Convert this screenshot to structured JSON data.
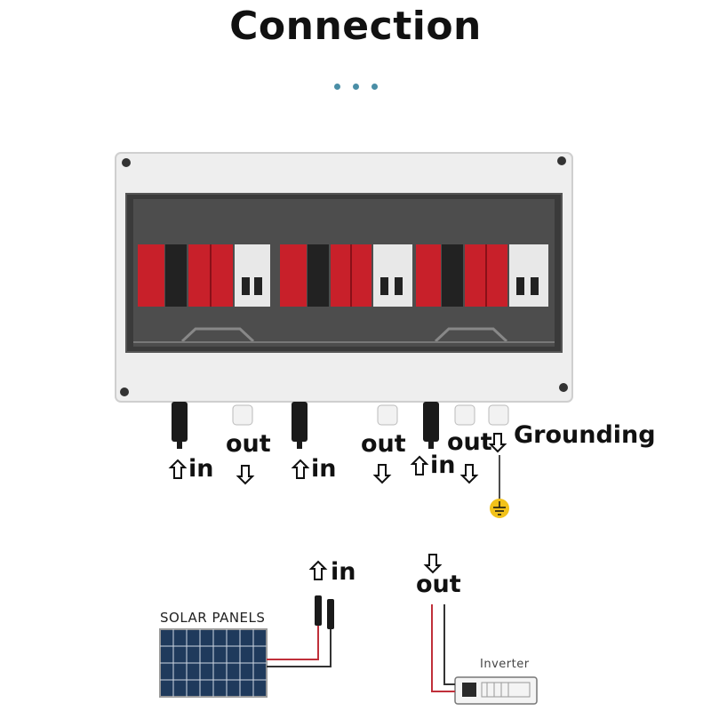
{
  "title": "Connection",
  "labels": {
    "in": "in",
    "out": "out",
    "grounding": "Grounding",
    "solar_panels": "SOLAR PANELS",
    "inverter": "Inverter"
  },
  "colors": {
    "accent_dots": "#4a8ea6",
    "breaker_red": "#c8202a",
    "ground_yellow": "#f2c21a",
    "wire_red": "#c0303a"
  },
  "icons": [
    "arrow-up-icon",
    "arrow-down-icon",
    "ground-icon"
  ]
}
